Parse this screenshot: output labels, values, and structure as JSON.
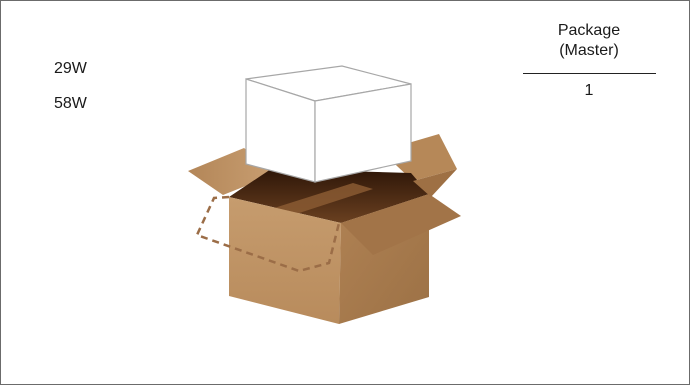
{
  "wattages": [
    "29W",
    "58W"
  ],
  "package": {
    "header_line1": "Package",
    "header_line2": "(Master)",
    "value": "1"
  },
  "illustration": {
    "description_icon": "open-cardboard-box-with-white-inner-box-icon",
    "colors": {
      "cardboard_front": "#c09669",
      "cardboard_side": "#a97c4f",
      "cardboard_interior": "#3f2210",
      "dashed_flap": "#9b6d47",
      "inner_box": "#ffffff"
    }
  }
}
